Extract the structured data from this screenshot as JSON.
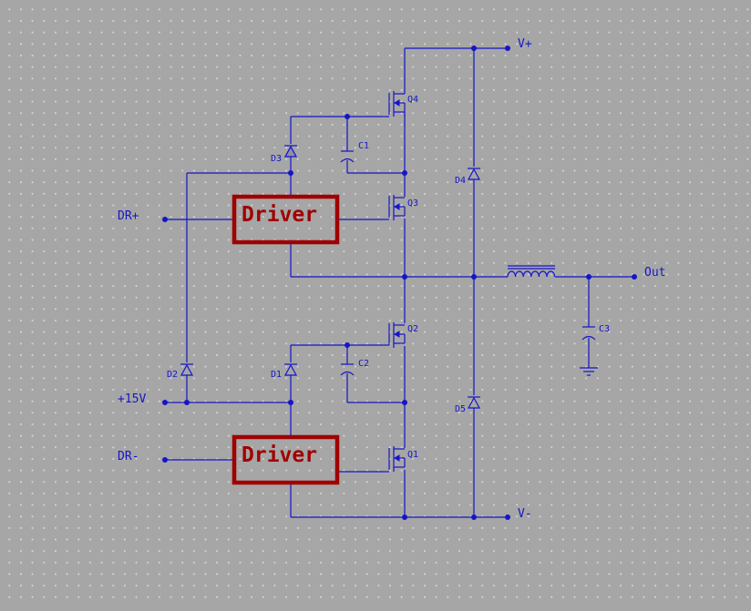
{
  "schematic": {
    "nets": {
      "vplus": "V+",
      "vminus": "V-",
      "out": "Out",
      "drplus": "DR+",
      "drminus": "DR-",
      "p15v": "+15V"
    },
    "drivers": {
      "top": "Driver",
      "bottom": "Driver"
    },
    "components": {
      "q1": "Q1",
      "q2": "Q2",
      "q3": "Q3",
      "q4": "Q4",
      "d1": "D1",
      "d2": "D2",
      "d3": "D3",
      "d4": "D4",
      "d5": "D5",
      "c1": "C1",
      "c2": "C2",
      "c3": "C3"
    },
    "colors": {
      "wire": "#1515c8",
      "driver": "#a00000",
      "background": "#a6a6a6"
    }
  }
}
